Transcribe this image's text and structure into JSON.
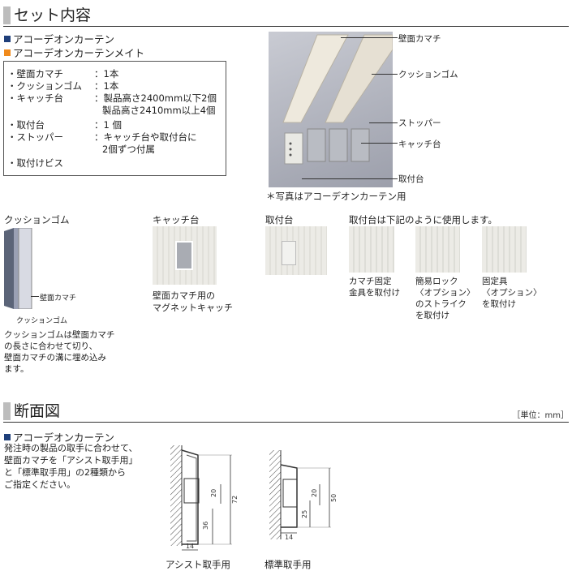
{
  "section1": {
    "title": "セット内容",
    "product1": "アコーデオンカーテン",
    "product2": "アコーデオンカーテンメイト",
    "colors": {
      "product1": "#1f3f7a",
      "product2": "#f08a1c"
    },
    "items": [
      {
        "name": "・壁面カマチ",
        "value": "：1本"
      },
      {
        "name": "・クッションゴム",
        "value": "：1本"
      },
      {
        "name": "・キャッチ台",
        "value": "：製品高さ2400mm以下2個"
      },
      {
        "name": "",
        "value": "製品高さ2410mm以上4個"
      },
      {
        "name": "・取付台",
        "value": "：1 個"
      },
      {
        "name": "・ストッパー",
        "value": "：キャッチ台や取付台に"
      },
      {
        "name": "",
        "value": "2個ずつ付属"
      },
      {
        "name": "・取付けビス",
        "value": ""
      }
    ],
    "photo_labels": {
      "kamachi": "壁面カマチ",
      "cushion": "クッションゴム",
      "stopper": "ストッパー",
      "catch": "キャッチ台",
      "base": "取付台"
    },
    "photo_note": "＊写真はアコーデオンカーテン用"
  },
  "parts": {
    "cushion": {
      "title": "クッションゴム",
      "label_kamachi": "壁面カマチ",
      "label_cushion": "クッションゴム",
      "desc": [
        "クッションゴムは壁面カマチ",
        "の長さに合わせて切り、",
        "壁面カマチの溝に埋め込み",
        "ます。"
      ]
    },
    "catch": {
      "title": "キャッチ台",
      "desc": [
        "壁面カマチ用の",
        "マグネットキャッチ"
      ]
    },
    "base": {
      "title": "取付台",
      "usage": "取付台は下記のように使用します。",
      "uses": [
        [
          "カマチ固定",
          "金具を取付け"
        ],
        [
          "簡易ロック",
          "〈オプション〉",
          "のストライク",
          "を取付け"
        ],
        [
          "固定具",
          "〈オプション〉",
          "を取付け"
        ]
      ]
    }
  },
  "section2": {
    "title": "断面図",
    "unit": "［単位：mm］",
    "product": "アコーデオンカーテン",
    "desc": [
      "発注時の製品の取手に合わせて、",
      "壁面カマチを「アシスト取手用」",
      "と「標準取手用」の2種類から",
      "ご指定ください。"
    ],
    "assist": {
      "caption": "アシスト取手用",
      "dims": [
        "20",
        "72",
        "36",
        "14"
      ]
    },
    "standard": {
      "caption": "標準取手用",
      "dims": [
        "20",
        "50",
        "25",
        "14"
      ]
    }
  }
}
